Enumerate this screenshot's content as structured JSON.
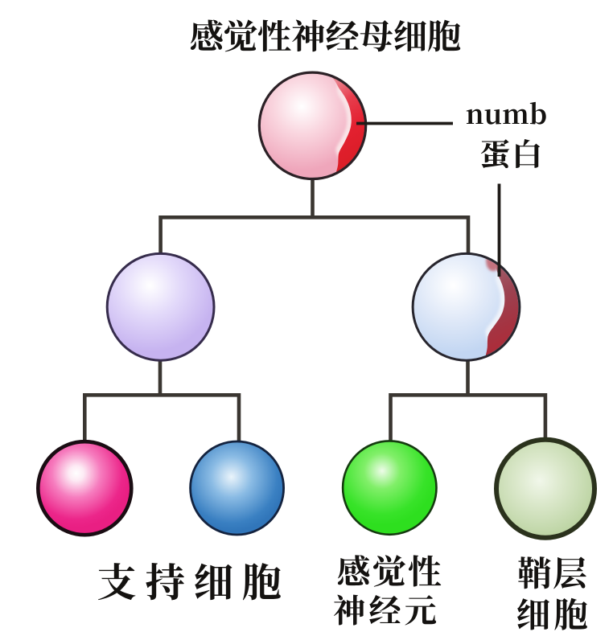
{
  "diagram": {
    "type": "cell-lineage-tree",
    "title": "感觉性神经母细胞",
    "annotation": {
      "line1": "numb",
      "line2": "蛋白",
      "text": "numb蛋白"
    },
    "labels": {
      "support_cells": "支持细胞",
      "sensory_neuron": "感觉性\n神经元",
      "sheath_cell": "鞘层\n细胞"
    },
    "nodes": [
      {
        "id": "mother",
        "label": "感觉性神经母细胞",
        "fill": "#efa6bb",
        "highlight": "#ffffff",
        "numb_crescent": true,
        "crescent_color": "#e32030",
        "children": [
          "daughter-left",
          "daughter-right"
        ]
      },
      {
        "id": "daughter-left",
        "label": "",
        "fill": "#c6b3f0",
        "highlight": "#ffffff",
        "numb_crescent": false,
        "children": [
          "support-cell-1",
          "support-cell-2"
        ]
      },
      {
        "id": "daughter-right",
        "label": "",
        "fill": "#c2d6f2",
        "highlight": "#ffffff",
        "numb_crescent": true,
        "crescent_color": "#9c4251",
        "children": [
          "sensory-neuron",
          "sheath-cell"
        ]
      },
      {
        "id": "support-cell-1",
        "label": "支持细胞",
        "fill": "#ee2d8d",
        "highlight": "#ffffff",
        "children": []
      },
      {
        "id": "support-cell-2",
        "label": "支持细胞",
        "fill": "#3a80c2",
        "highlight": "#eaf4fb",
        "children": []
      },
      {
        "id": "sensory-neuron",
        "label": "感觉性神经元",
        "fill": "#38e329",
        "highlight": "#eefce9",
        "children": []
      },
      {
        "id": "sheath-cell",
        "label": "鞘层细胞",
        "fill": "#c4daae",
        "highlight": "#f5faf0",
        "children": []
      }
    ],
    "connector_color": "#3a3631",
    "pointer_color": "#1f1b18",
    "text_color": "#141210",
    "background": "#ffffff"
  }
}
